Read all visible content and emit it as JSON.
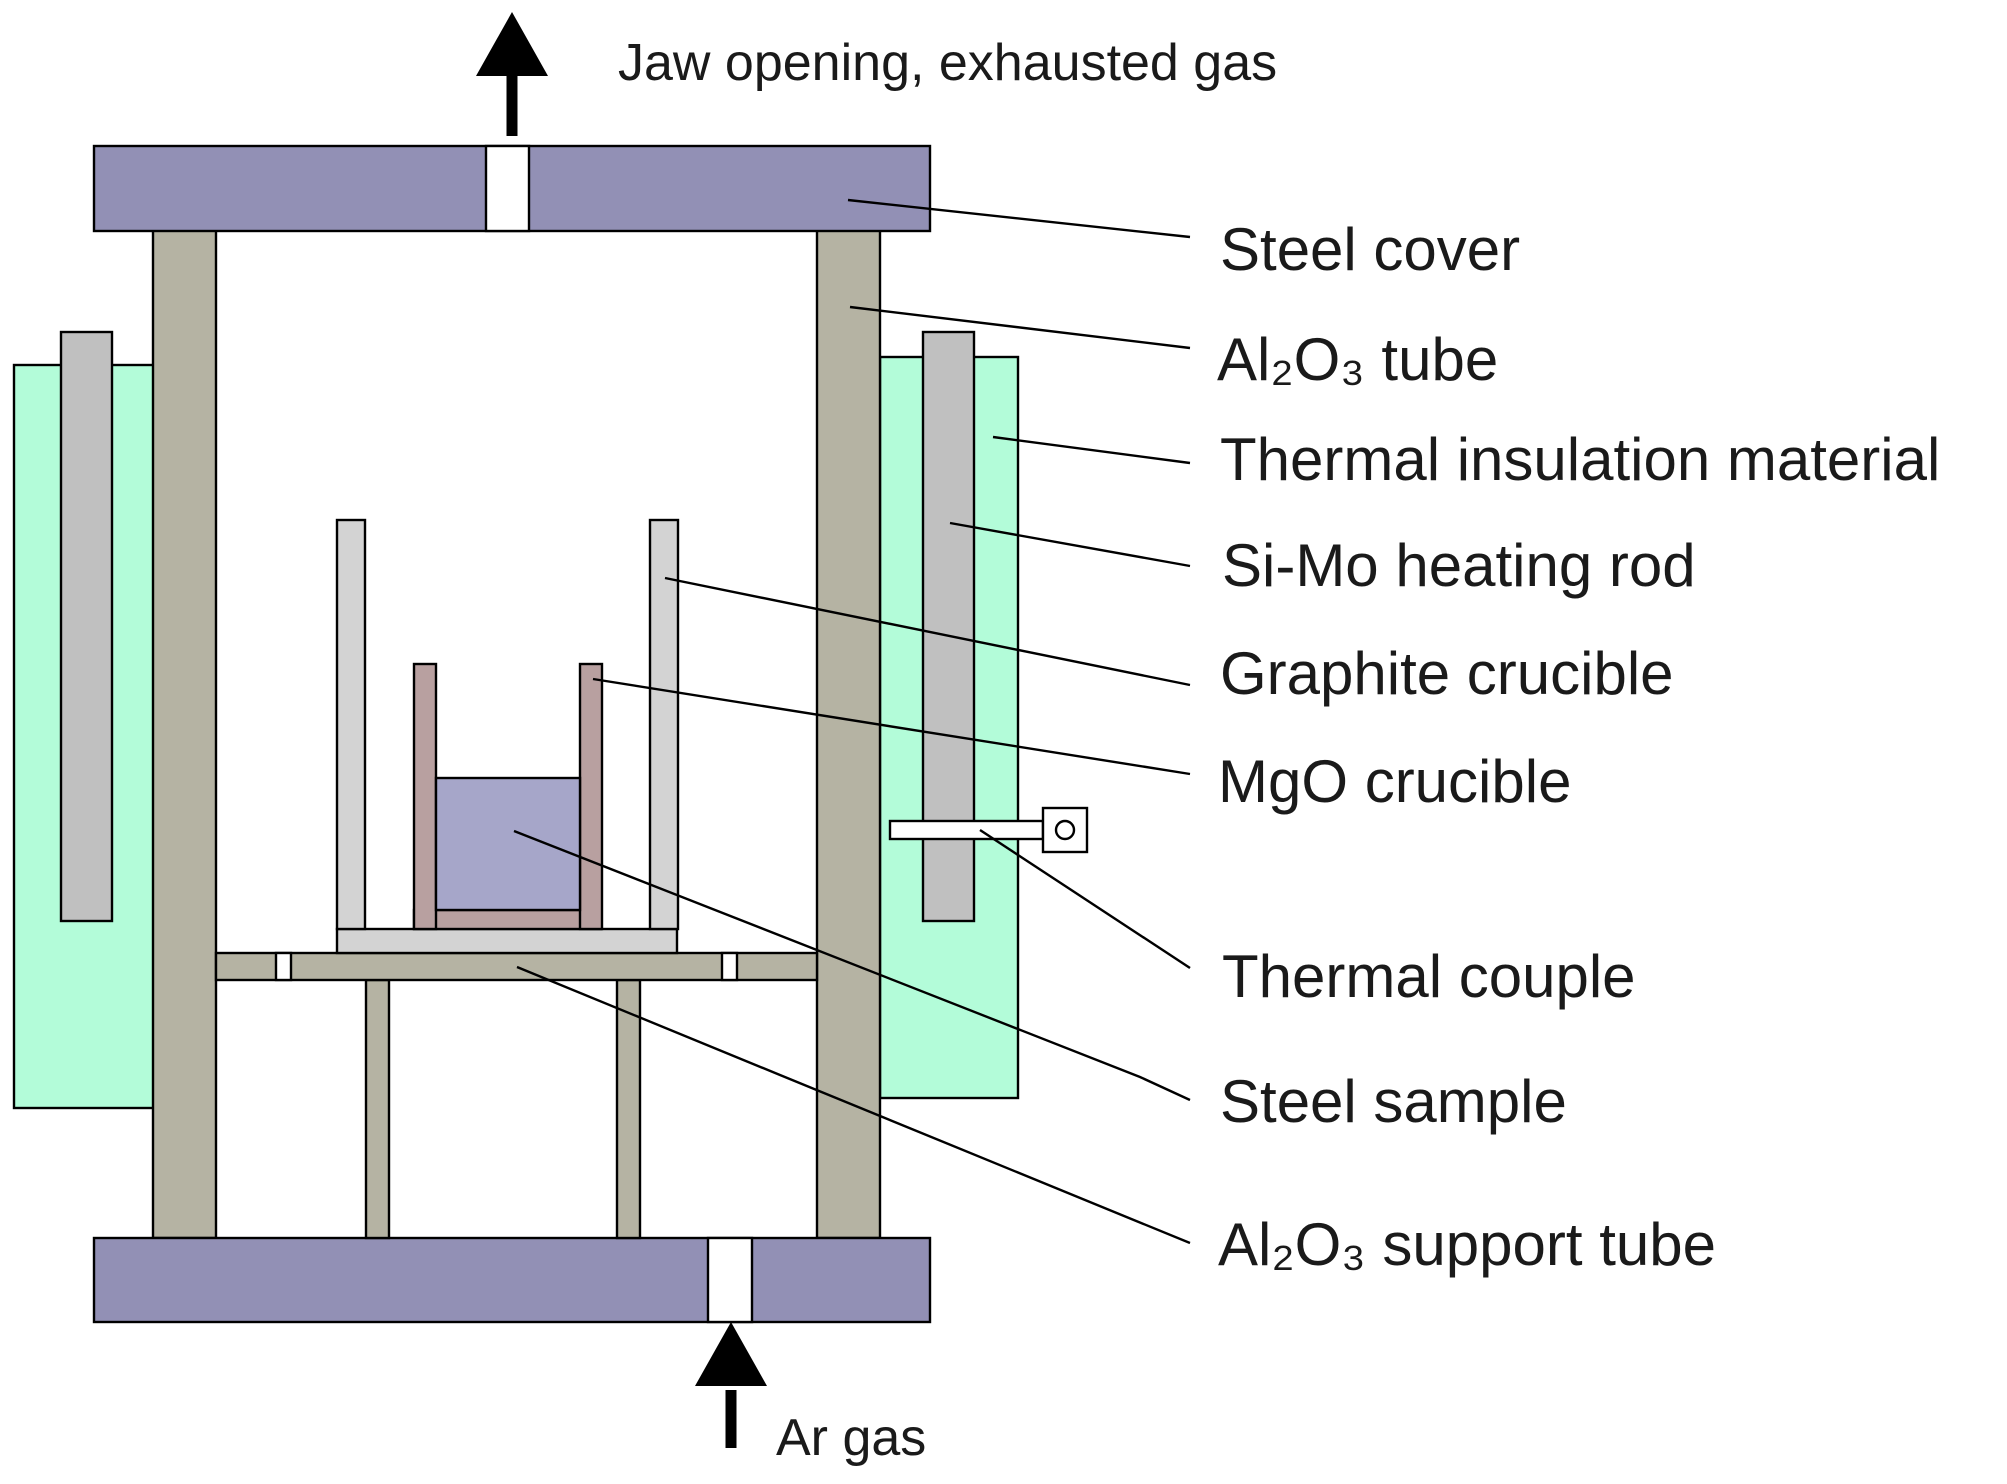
{
  "labels": {
    "top_gas": "Jaw opening, exhausted gas",
    "bottom_gas": "Ar gas",
    "steel_cover": "Steel cover",
    "al2o3_tube": "Al₂O₃ tube",
    "thermal_insulation": "Thermal insulation material",
    "heating_rod": "Si-Mo heating rod",
    "graphite_crucible": "Graphite crucible",
    "mgo_crucible": "MgO crucible",
    "thermal_couple": "Thermal couple",
    "steel_sample": "Steel sample",
    "support_tube": "Al₂O₃ support tube"
  },
  "colors": {
    "steel_cover": "#9290b5",
    "al2o3_tube": "#b5b3a3",
    "insulation": "#b3fcd9",
    "heating_rod": "#c0c0c0",
    "graphite": "#d3d3d3",
    "mgo": "#b8a0a0",
    "sample": "#a6a6c9",
    "support": "#b5b3a3"
  }
}
